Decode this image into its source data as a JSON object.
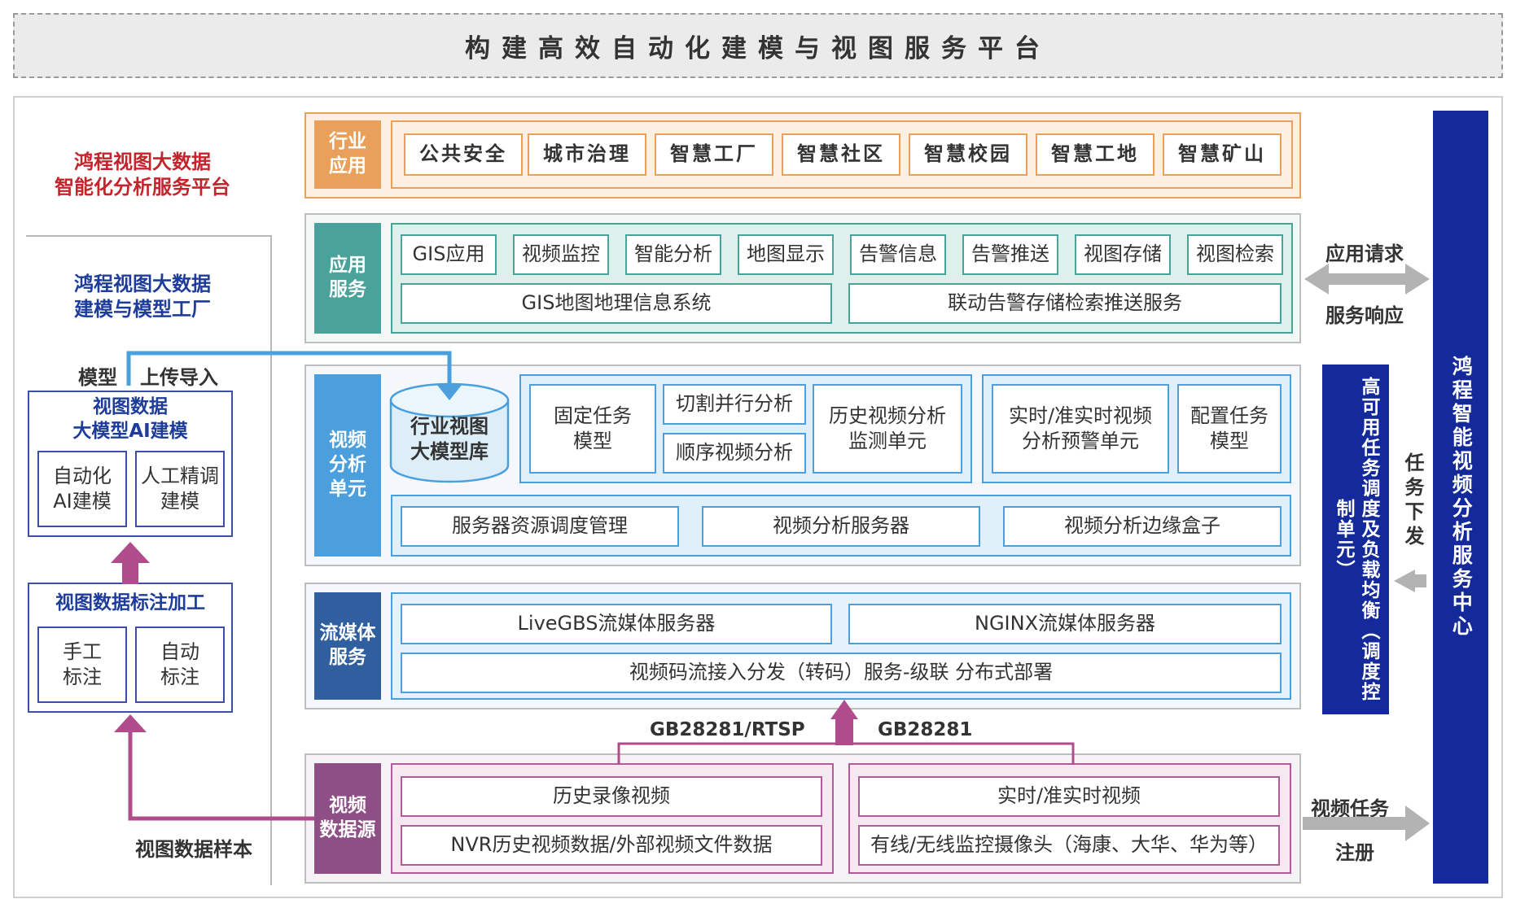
{
  "title": "构建高效自动化建模与视图服务平台",
  "left": {
    "platform_title_1": "鸿程视图大数据",
    "platform_title_2": "智能化分析服务平台",
    "factory_title_1": "鸿程视图大数据",
    "factory_title_2": "建模与模型工厂",
    "upload_label_model": "模型",
    "upload_label_import": "上传导入",
    "ai_panel_title_1": "视图数据",
    "ai_panel_title_2": "大模型AI建模",
    "ai_auto_1": "自动化",
    "ai_auto_2": "AI建模",
    "ai_manual_1": "人工精调",
    "ai_manual_2": "建模",
    "annot_panel_title": "视图数据标注加工",
    "annot_manual_1": "手工",
    "annot_manual_2": "标注",
    "annot_auto_1": "自动",
    "annot_auto_2": "标注",
    "sample_label": "视图数据样本"
  },
  "industry": {
    "label_1": "行业",
    "label_2": "应用",
    "items": [
      "公共安全",
      "城市治理",
      "智慧工厂",
      "智慧社区",
      "智慧校园",
      "智慧工地",
      "智慧矿山"
    ]
  },
  "app_service": {
    "label_1": "应用",
    "label_2": "服务",
    "items": [
      "GIS应用",
      "视频监控",
      "智能分析",
      "地图显示",
      "告警信息",
      "告警推送",
      "视图存储",
      "视图检索"
    ],
    "wide_1": "GIS地图地理信息系统",
    "wide_2": "联动告警存储检索推送服务"
  },
  "analysis": {
    "label_1": "视频",
    "label_2": "分析",
    "label_3": "单元",
    "library_1": "行业视图",
    "library_2": "大模型库",
    "fixed_1": "固定任务",
    "fixed_2": "模型",
    "cut": "切割并行分析",
    "seq": "顺序视频分析",
    "hist_1": "历史视频分析",
    "hist_2": "监测单元",
    "realtime_1": "实时/准实时视频",
    "realtime_2": "分析预警单元",
    "config_1": "配置任务",
    "config_2": "模型",
    "bottom": [
      "服务器资源调度管理",
      "视频分析服务器",
      "视频分析边缘盒子"
    ]
  },
  "streaming": {
    "label_1": "流媒体",
    "label_2": "服务",
    "livegbs": "LiveGBS流媒体服务器",
    "nginx": "NGINX流媒体服务器",
    "relay": "视频码流接入分发（转码）服务-级联 分布式部署"
  },
  "protocols": {
    "left": "GB28281/RTSP",
    "right": "GB28281"
  },
  "source": {
    "label_1": "视频",
    "label_2": "数据源",
    "hist_title": "历史录像视频",
    "hist_detail": "NVR历史视频数据/外部视频文件数据",
    "rt_title": "实时/准实时视频",
    "rt_detail": "有线/无线监控摄像头（海康、大华、华为等）"
  },
  "right": {
    "request": "应用请求",
    "response": "服务响应",
    "ha_unit": "高可用任务调度及负载均衡（调度控制单元）",
    "dispatch": "任务下发",
    "video_task": "视频任务",
    "register": "注册",
    "center": "鸿程智能视频分析服务中心"
  },
  "colors": {
    "industry": "#e8a05a",
    "app_service": "#4aa39a",
    "analysis": "#4a9fdc",
    "streaming": "#2f5f9e",
    "source": "#8e4f86",
    "center": "#14299a",
    "arrow_magenta": "#b04c8c",
    "arrow_blue": "#4a9fdc",
    "arrow_grey": "#b3b3b3"
  }
}
